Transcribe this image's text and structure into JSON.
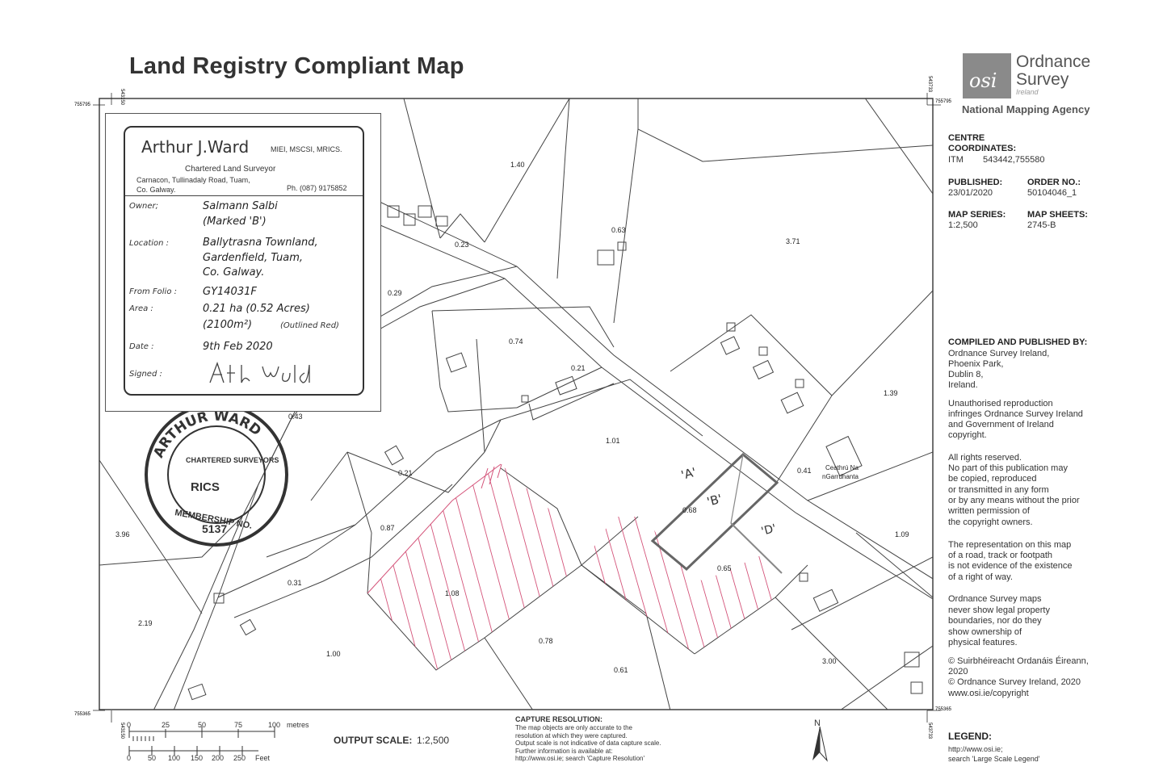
{
  "title": "Land Registry Compliant Map",
  "osi": {
    "logo_text": "osi",
    "name_line1": "Ordnance",
    "name_line2": "Survey",
    "name_line3": "Ireland",
    "agency": "National Mapping Agency"
  },
  "grid_refs": {
    "top_left_y": "755795",
    "top_left_x": "543150",
    "top_right_x": "543733",
    "top_right_y": "755795",
    "bottom_left_y": "755365",
    "bottom_left_x": "543150",
    "bottom_right_x": "543733",
    "bottom_right_y": "755365"
  },
  "card": {
    "surveyor_name": "Arthur J.Ward",
    "qualifications": "MIEI, MSCSI, MRICS.",
    "profession": "Chartered Land Surveyor",
    "address_line1": "Carnacon, Tullinadaly Road, Tuam,",
    "address_line2": "Co. Galway.",
    "phone": "Ph. (087) 9175852",
    "owner_label": "Owner;",
    "owner_value_1": "Salmann Salbi",
    "owner_value_2": "(Marked 'B')",
    "location_label": "Location :",
    "location_1": "Ballytrasna Townland,",
    "location_2": "Gardenfield, Tuam,",
    "location_3": "Co. Galway.",
    "folio_label": "From Folio :",
    "folio_value": "GY14031F",
    "area_label": "Area :",
    "area_value_1": "0.21 ha  (0.52 Acres)",
    "area_value_2": "(2100m²)",
    "area_note": "(Outlined Red)",
    "date_label": "Date :",
    "date_value": "9th Feb 2020",
    "signed_label": "Signed :"
  },
  "stamp": {
    "ring_text": "ARTHUR WARD",
    "society": "CHARTERED SURVEYORS",
    "rics": "RICS",
    "membership": "MEMBERSHIP NO.",
    "number": "5137"
  },
  "parcels": [
    {
      "label": "1.40"
    },
    {
      "label": "0.23"
    },
    {
      "label": "0.29"
    },
    {
      "label": "0.63"
    },
    {
      "label": "3.71"
    },
    {
      "label": "0.74"
    },
    {
      "label": "0.21"
    },
    {
      "label": "1.01"
    },
    {
      "label": "0.43"
    },
    {
      "label": "0.21"
    },
    {
      "label": "0.87"
    },
    {
      "label": "3.96"
    },
    {
      "label": "0.31"
    },
    {
      "label": "2.19"
    },
    {
      "label": "1.08"
    },
    {
      "label": "0.68"
    },
    {
      "label": "0.65"
    },
    {
      "label": "0.78"
    },
    {
      "label": "0.61"
    },
    {
      "label": "1.00"
    },
    {
      "label": "1.39"
    },
    {
      "label": "0.41"
    },
    {
      "label": "1.09"
    },
    {
      "label": "3.00"
    }
  ],
  "place_name_1": "Ceathrú Na",
  "place_name_2": "nGarrdhanta",
  "plot_marks": [
    "'A'",
    "'B'",
    "'D'"
  ],
  "panel": {
    "centre_coord_title_1": "CENTRE",
    "centre_coord_title_2": "COORDINATES:",
    "itm_label": "ITM",
    "itm_value": "543442,755580",
    "published_label": "PUBLISHED:",
    "published_value": "23/01/2020",
    "order_label": "ORDER NO.:",
    "order_value": "50104046_1",
    "series_label": "MAP SERIES:",
    "series_value": "1:2,500",
    "sheets_label": "MAP SHEETS:",
    "sheets_value": "2745-B",
    "compiled_title": "COMPILED AND PUBLISHED BY:",
    "compiled_lines": [
      "Ordnance Survey Ireland,",
      "Phoenix Park,",
      "Dublin 8,",
      "Ireland."
    ],
    "unauth_lines": [
      "Unauthorised reproduction",
      "infringes Ordnance Survey Ireland",
      "and Government of Ireland",
      "copyright."
    ],
    "rights_lines": [
      "All rights reserved.",
      "No part of this publication may",
      "be copied, reproduced",
      "or transmitted in any form",
      "or by any means without the prior",
      "written permission of",
      "the copyright owners."
    ],
    "repr_lines": [
      "The representation on this map",
      "of a road, track or footpath",
      "is not evidence of the existence",
      "of a right of way."
    ],
    "osm_lines": [
      "Ordnance Survey maps",
      "never show legal property",
      "boundaries, nor do they",
      "show ownership of",
      "physical features."
    ],
    "copy_lines": [
      "© Suirbhéireacht Ordanáis Éireann,",
      " 2020",
      "© Ordnance Survey Ireland,  2020",
      "www.osi.ie/copyright"
    ],
    "legend_title": "LEGEND:",
    "legend_lines": [
      "http://www.osi.ie;",
      "search 'Large Scale Legend'"
    ]
  },
  "scale": {
    "metres_ticks": [
      "0",
      "25",
      "50",
      "75",
      "100"
    ],
    "metres_label": "metres",
    "feet_ticks": [
      "0",
      "50",
      "100",
      "150",
      "200",
      "250"
    ],
    "feet_label": "Feet",
    "output_label": "OUTPUT SCALE:",
    "output_value": "1:2,500"
  },
  "capture": {
    "title": "CAPTURE RESOLUTION:",
    "lines": [
      "The map objects are only accurate to the",
      "resolution at which they were captured.",
      "Output scale is not indicative of data capture scale.",
      "Further information is available at:",
      "http://www.osi.ie; search 'Capture Resolution'"
    ]
  },
  "north": "N"
}
